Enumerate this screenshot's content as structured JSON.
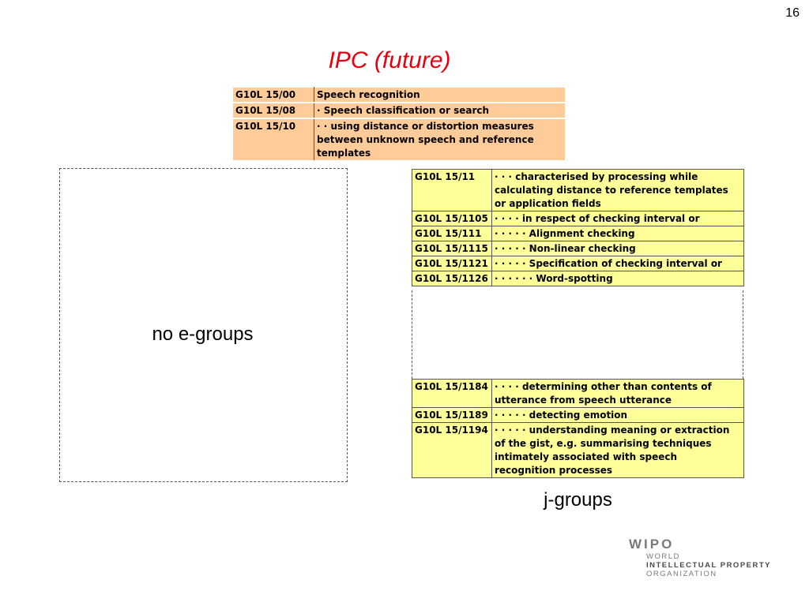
{
  "slide": {
    "page_number": "16",
    "title": "IPC (future)"
  },
  "orange_table": {
    "rows": [
      {
        "code": "G10L 15/00",
        "desc": "Speech recognition"
      },
      {
        "code": "G10L 15/08",
        "desc": "· Speech classification or search"
      },
      {
        "code": "G10L 15/10",
        "desc": "· · using distance or distortion measures between unknown speech and reference templates"
      }
    ]
  },
  "j_table_top": {
    "rows": [
      {
        "code": "G10L 15/11",
        "desc": "· · · characterised by processing while calculating distance to reference templates or application fields"
      },
      {
        "code": "G10L 15/1105",
        "desc": "· · · · in respect of checking interval or"
      },
      {
        "code": "G10L 15/111",
        "desc": "· · · · · Alignment checking"
      },
      {
        "code": "G10L 15/1115",
        "desc": "· · · · · Non-linear checking"
      },
      {
        "code": "G10L 15/1121",
        "desc": "· · · · · Specification of checking interval or"
      },
      {
        "code": "G10L 15/1126",
        "desc": "· · · · · · Word-spotting"
      }
    ]
  },
  "j_table_bottom": {
    "rows": [
      {
        "code": "G10L 15/1184",
        "desc": "· · · · determining other than contents of utterance from speech utterance"
      },
      {
        "code": "G10L 15/1189",
        "desc": "· · · · · detecting emotion"
      },
      {
        "code": "G10L 15/1194",
        "desc": "· · · · · understanding meaning or extraction of the gist, e.g. summarising techniques intimately associated with speech recognition processes"
      }
    ]
  },
  "labels": {
    "no_e_groups": "no e-groups",
    "j_groups": "j-groups"
  },
  "logo": {
    "mark": "WIPO",
    "line1": "WORLD",
    "line2": "INTELLECTUAL PROPERTY",
    "line3": "ORGANIZATION"
  }
}
